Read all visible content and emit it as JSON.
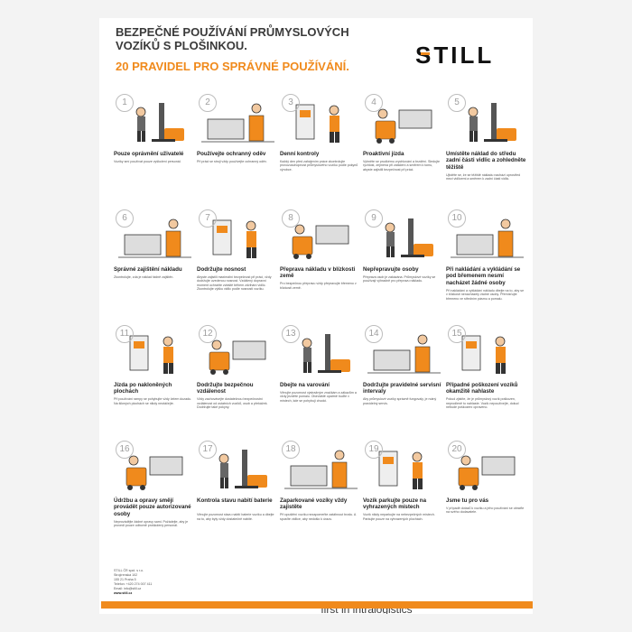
{
  "header": {
    "title_line1": "BEZPEČNÉ POUŽÍVÁNÍ PRŮMYSLOVÝCH",
    "title_line2": "VOZÍKŮ S PLOŠINKOU.",
    "subtitle": "20 PRAVIDEL PRO SPRÁVNÉ POUŽÍVÁNÍ.",
    "logo_text": "STILL"
  },
  "colors": {
    "accent": "#f08a1c",
    "text": "#3a3a3a",
    "circle": "#bdbdbd"
  },
  "rules": [
    {
      "num": "1",
      "title": "Pouze oprávnění uživatelé",
      "desc": "Vozíky smí používat pouze vyškolení personál."
    },
    {
      "num": "2",
      "title": "Používejte ochranný oděv",
      "desc": "Při práci se stroji vždy používejte ochranný oděv."
    },
    {
      "num": "3",
      "title": "Denní kontroly",
      "desc": "Každý den před zahájením práce zkontrolujte provozuschopnost průmyslového vozíku podle pokynů výrobce."
    },
    {
      "num": "4",
      "title": "Proaktivní jízda",
      "desc": "Vyhněte se prudkému zrychlování a brzdění. Sledujte rychlost, zejména při zatáčení a směrem k tomu, abyste zajistili bezpečnost při práci."
    },
    {
      "num": "5",
      "title": "Umístěte náklad do středu zadní části vidlic a zohledněte těžiště",
      "desc": "Ujistěte se, že se těžiště nákladu nachází uprostřed mezi vidlicemi a směrem k zadní části vidlic."
    },
    {
      "num": "6",
      "title": "Správné zajištění nákladu",
      "desc": "Zkontrolujte, zda je náklad řádně zajištěn."
    },
    {
      "num": "7",
      "title": "Dodržujte nosnost",
      "desc": "Abyste zajistili maximální bezpečnost při práci, vždy dodržujte uvedenou nosnost. Vzdálený dopravní moment ochraňte zvláště během zdvihání vidlic. Zkontrolujte výšku vidlic podle nosnosti vozíku."
    },
    {
      "num": "8",
      "title": "Přeprava nákladu v blízkosti země",
      "desc": "Pro bezpečnou přepravu vždy přepravujte břemeno v blízkosti země."
    },
    {
      "num": "9",
      "title": "Nepřepravujte osoby",
      "desc": "Přeprava osob je zakázána. Průmyslové vozíky se používají výhradně pro přepravu nákladu."
    },
    {
      "num": "10",
      "title": "Při nakládání a vykládání se pod břemenem nesmí nacházet žádné osoby",
      "desc": "Při nakládání a vykládání nákladu dbejte na to, aby se v blízkosti nenacházely žádné osoby. Přemísťujte břemeno ve středním pásmu a pomalu."
    },
    {
      "num": "11",
      "title": "Jízda po nakloněných plochách",
      "desc": "Při používání rampy se pohybujte vždy čelem dozadu. Na šikmých plochách se nikdy neotáčejte."
    },
    {
      "num": "12",
      "title": "Dodržujte bezpečnou vzdálenost",
      "desc": "Vždy zachovávejte dostatečnou bezpečnostní vzdálenost od ostatních vozíků, osob a překážek. Dodržujte také pokyny."
    },
    {
      "num": "13",
      "title": "Dbejte na varování",
      "desc": "Věnujte pozornost výstražným značkám a zákazům a vždy jezděte pomalu. Obzvláště opatrně buďte v místech, kde se pohybují chodci."
    },
    {
      "num": "14",
      "title": "Dodržujte pravidelné servisní intervaly",
      "desc": "Aby průmyslové vozíky správně fungovaly, je nutný pravidelný servis."
    },
    {
      "num": "15",
      "title": "Případné poškození vozíků okamžitě nahlaste",
      "desc": "Pokud zjistíte, že je průmyslový vozík poškozen, neprodleně to nahlaste. Vozík nepoužívejte, dokud nebude poškození opraveno."
    },
    {
      "num": "16",
      "title": "Údržbu a opravy smějí provádět pouze autorizované osoby",
      "desc": "Neprovádějte žádné opravy sami. Požádejte, aby je provedl pouze odborně proškolený personál."
    },
    {
      "num": "17",
      "title": "Kontrola stavu nabití baterie",
      "desc": "Věnujte pozornost stavu nabití baterie vozíku a dbejte na to, aby byly vždy dostatečně nabité."
    },
    {
      "num": "18",
      "title": "Zaparkované vozíky vždy zajistěte",
      "desc": "Při opuštění vozíku nezapomeňte zatáhnout brzdu. A spusťte vidlice, aby nedošlo k úrazu."
    },
    {
      "num": "19",
      "title": "Vozík parkujte pouze na vyhrazených místech",
      "desc": "Vozík nikdy neparkujte na nebezpečných místech. Parkujte pouze na vyhrazených plochách."
    },
    {
      "num": "20",
      "title": "Jsme tu pro vás",
      "desc": "V případě dotazů k vozíku a jeho používání se obraťte na svého dodavatele."
    }
  ],
  "footer": {
    "contact_lines": [
      "STILL ČR spol. s r.o.",
      "Strojírenská 102",
      "155 21 Praha 5",
      "Telefon: +420 274 007 411",
      "Email: info@still.cz"
    ],
    "web": "www.still.cz",
    "tagline": "first in intralogistics"
  }
}
